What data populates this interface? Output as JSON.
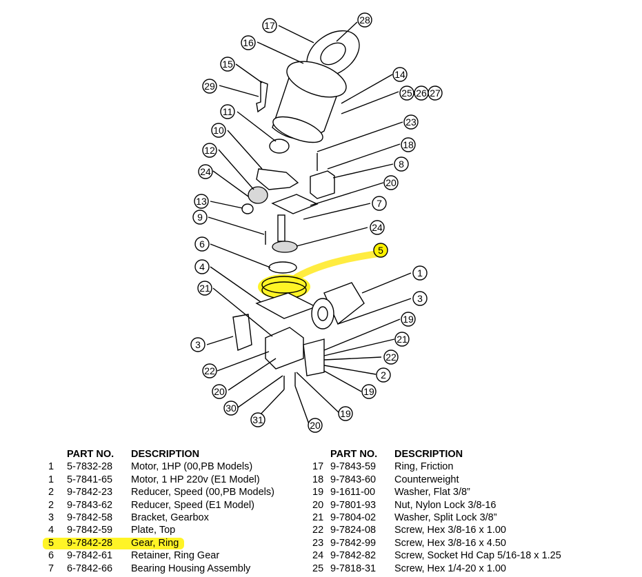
{
  "diagram": {
    "callouts": [
      "28",
      "17",
      "16",
      "15",
      "29",
      "14",
      "25",
      "26",
      "27",
      "11",
      "23",
      "10",
      "18",
      "12",
      "8",
      "24",
      "20",
      "13",
      "7",
      "9",
      "24",
      "6",
      "5",
      "4",
      "1",
      "21",
      "3",
      "3",
      "19",
      "21",
      "22",
      "22",
      "20",
      "2",
      "19",
      "30",
      "31",
      "19",
      "20"
    ],
    "highlighted_callout": "5",
    "highlight_color": "#fff200"
  },
  "parts_table": {
    "headers": {
      "part_no": "PART NO.",
      "description": "DESCRIPTION"
    },
    "left": [
      {
        "item": "1",
        "part_no": "5-7832-28",
        "description": "Motor, 1HP (00,PB Models)"
      },
      {
        "item": "1",
        "part_no": "5-7841-65",
        "description": "Motor, 1 HP 220v (E1 Model)"
      },
      {
        "item": "2",
        "part_no": "9-7842-23",
        "description": "Reducer, Speed (00,PB Models)"
      },
      {
        "item": "2",
        "part_no": "9-7843-62",
        "description": "Reducer, Speed (E1 Model)"
      },
      {
        "item": "3",
        "part_no": "9-7842-58",
        "description": "Bracket, Gearbox"
      },
      {
        "item": "4",
        "part_no": "9-7842-59",
        "description": "Plate, Top"
      },
      {
        "item": "5",
        "part_no": "9-7842-28",
        "description": "Gear, Ring"
      },
      {
        "item": "6",
        "part_no": "9-7842-61",
        "description": "Retainer, Ring Gear"
      },
      {
        "item": "7",
        "part_no": "6-7842-66",
        "description": "Bearing Housing Assembly"
      }
    ],
    "right": [
      {
        "item": "17",
        "part_no": "9-7843-59",
        "description": "Ring, Friction"
      },
      {
        "item": "18",
        "part_no": "9-7843-60",
        "description": "Counterweight"
      },
      {
        "item": "19",
        "part_no": "9-1611-00",
        "description": "Washer, Flat 3/8”"
      },
      {
        "item": "20",
        "part_no": "9-7801-93",
        "description": "Nut, Nylon Lock 3/8-16"
      },
      {
        "item": "21",
        "part_no": "9-7804-02",
        "description": "Washer, Split Lock 3/8”"
      },
      {
        "item": "22",
        "part_no": "9-7824-08",
        "description": "Screw, Hex 3/8-16 x 1.00"
      },
      {
        "item": "23",
        "part_no": "9-7842-99",
        "description": "Screw, Hex 3/8-16 x 4.50"
      },
      {
        "item": "24",
        "part_no": "9-7842-82",
        "description": "Screw, Socket Hd Cap 5/16-18 x 1.25"
      },
      {
        "item": "25",
        "part_no": "9-7818-31",
        "description": "Screw, Hex 1/4-20 x 1.00"
      }
    ]
  }
}
